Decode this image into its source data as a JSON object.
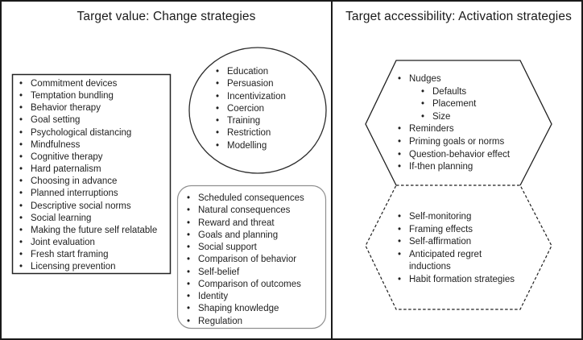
{
  "ui": {
    "bullet_glyph": "•"
  },
  "colors": {
    "background": "#ffffff",
    "frame_border": "#1a1a1a",
    "text": "#1f1f1f",
    "shape_stroke": "#2b2b2b",
    "rounded_box_stroke": "#8f8f8f"
  },
  "left_panel": {
    "title": "Target value: Change strategies",
    "box_list": [
      "Commitment devices",
      "Temptation bundling",
      "Behavior therapy",
      "Goal setting",
      "Psychological distancing",
      "Mindfulness",
      "Cognitive therapy",
      "Hard paternalism",
      "Choosing in advance",
      "Planned interruptions",
      "Descriptive social norms",
      "Social learning",
      "Making the future self relatable",
      "Joint evaluation",
      "Fresh start framing",
      "Licensing prevention"
    ],
    "ellipse_list": [
      "Education",
      "Persuasion",
      "Incentivization",
      "Coercion",
      "Training",
      "Restriction",
      "Modelling"
    ],
    "rounded_list": [
      "Scheduled consequences",
      "Natural consequences",
      "Reward and threat",
      "Goals and planning",
      "Social support",
      "Comparison of behavior",
      "Self-belief",
      "Comparison of outcomes",
      "Identity",
      "Shaping knowledge",
      "Regulation"
    ]
  },
  "right_panel": {
    "title": "Target accessibility: Activation strategies",
    "solid_hexagon_list": [
      "Nudges",
      "Defaults",
      "Placement",
      "Size",
      "Reminders",
      "Priming goals or norms",
      "Question-behavior effect",
      "If-then planning"
    ],
    "dashed_hexagon_list": [
      "Self-monitoring",
      "Framing effects",
      "Self-affirmation",
      "Anticipated regret inductions",
      "Habit formation strategies"
    ]
  }
}
